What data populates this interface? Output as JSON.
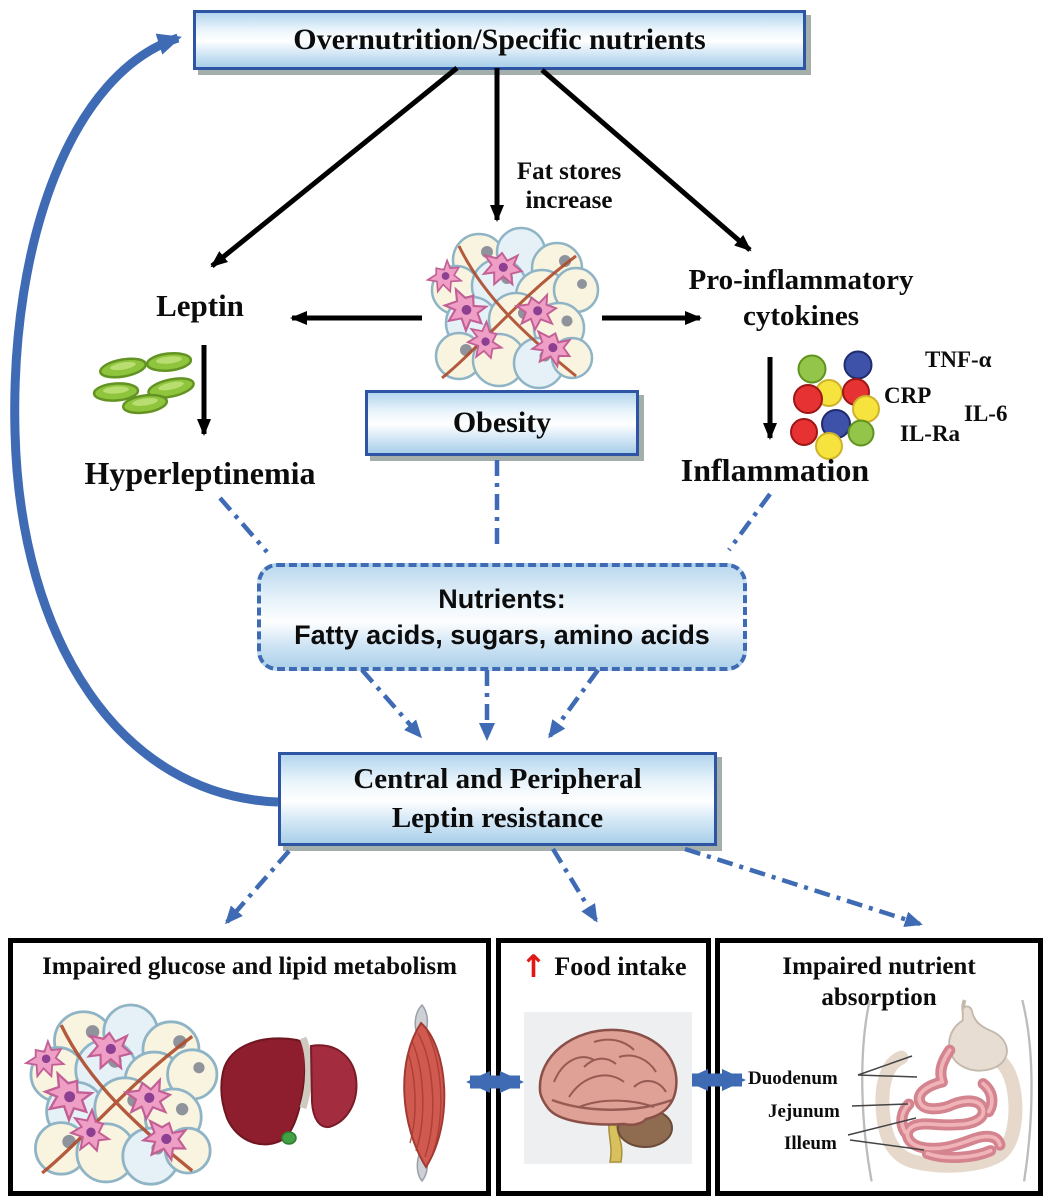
{
  "nodes": {
    "overnutrition": "Overnutrition/Specific nutrients",
    "fat_stores": [
      "Fat stores",
      "increase"
    ],
    "leptin": "Leptin",
    "pro_inflammatory": [
      "Pro-inflammatory",
      "cytokines"
    ],
    "hyperleptinemia": "Hyperleptinemia",
    "obesity": "Obesity",
    "inflammation": "Inflammation",
    "nutrients": [
      "Nutrients:",
      "Fatty acids, sugars, amino acids"
    ],
    "leptin_resistance": [
      "Central and Peripheral",
      "Leptin resistance"
    ]
  },
  "cytokines": {
    "tnf_alpha": "TNF-α",
    "crp": "CRP",
    "il6": "IL-6",
    "il_ra": "IL-Ra"
  },
  "outcomes": {
    "metabolism_title": "Impaired glucose and lipid metabolism",
    "food_intake_arrow": "↑",
    "food_intake_title": "Food intake",
    "absorption_title": [
      "Impaired nutrient",
      "absorption"
    ],
    "intestine_labels": [
      "Duodenum",
      "Jejunum",
      "Illeum"
    ]
  },
  "icons": {
    "adipose_tissue": "adipose-tissue-illustration",
    "leptin_molecules": "leptin-molecules-illustration",
    "cytokine_cluster": "cytokine-cluster-illustration",
    "liver": "liver-illustration",
    "muscle": "muscle-illustration",
    "brain": "brain-illustration",
    "intestinal_tract": "intestinal-tract-illustration"
  },
  "colors": {
    "node_border_blue": "#2d55a3",
    "flow_blue": "#3e6bb4",
    "arrow_black": "#000000",
    "food_intake_arrow_red": "#e01818",
    "leptin_green": "#8fc43d",
    "cytokine_red": "#e63232",
    "cytokine_yellow": "#f7e33d",
    "cytokine_green": "#92c549",
    "cytokine_blue": "#3d52a8"
  }
}
